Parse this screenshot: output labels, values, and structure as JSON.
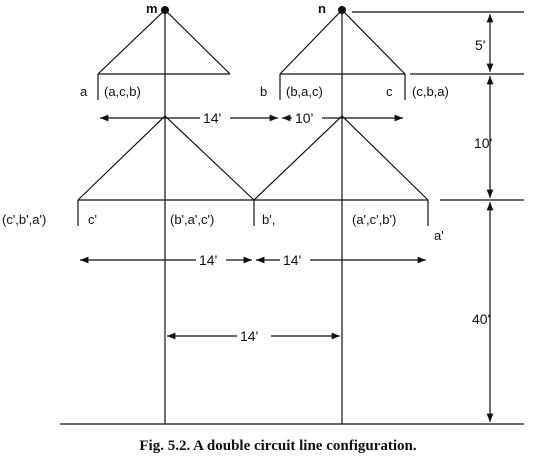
{
  "caption": "Fig. 5.2.   A double circuit line configuration.",
  "towers": {
    "left": "m",
    "right": "n"
  },
  "upper_labels": {
    "a": "a",
    "a_set": "(a,c,b)",
    "b": "b",
    "b_set": "(b,a,c)",
    "c": "c",
    "c_set": "(c,b,a)"
  },
  "lower_labels": {
    "c_set": "(c',b',a')",
    "c": "c'",
    "b_set": "(b',a',c')",
    "b": "b',",
    "a_set": "(a',c',b')",
    "a": "a'"
  },
  "dimensions": {
    "upper_left_span": "14'",
    "upper_right_span": "10'",
    "lower_left_span": "14'",
    "lower_right_span": "14'",
    "tower_spacing": "14'",
    "top_height": "5'",
    "middle_height": "10'",
    "ground_height": "40'"
  }
}
